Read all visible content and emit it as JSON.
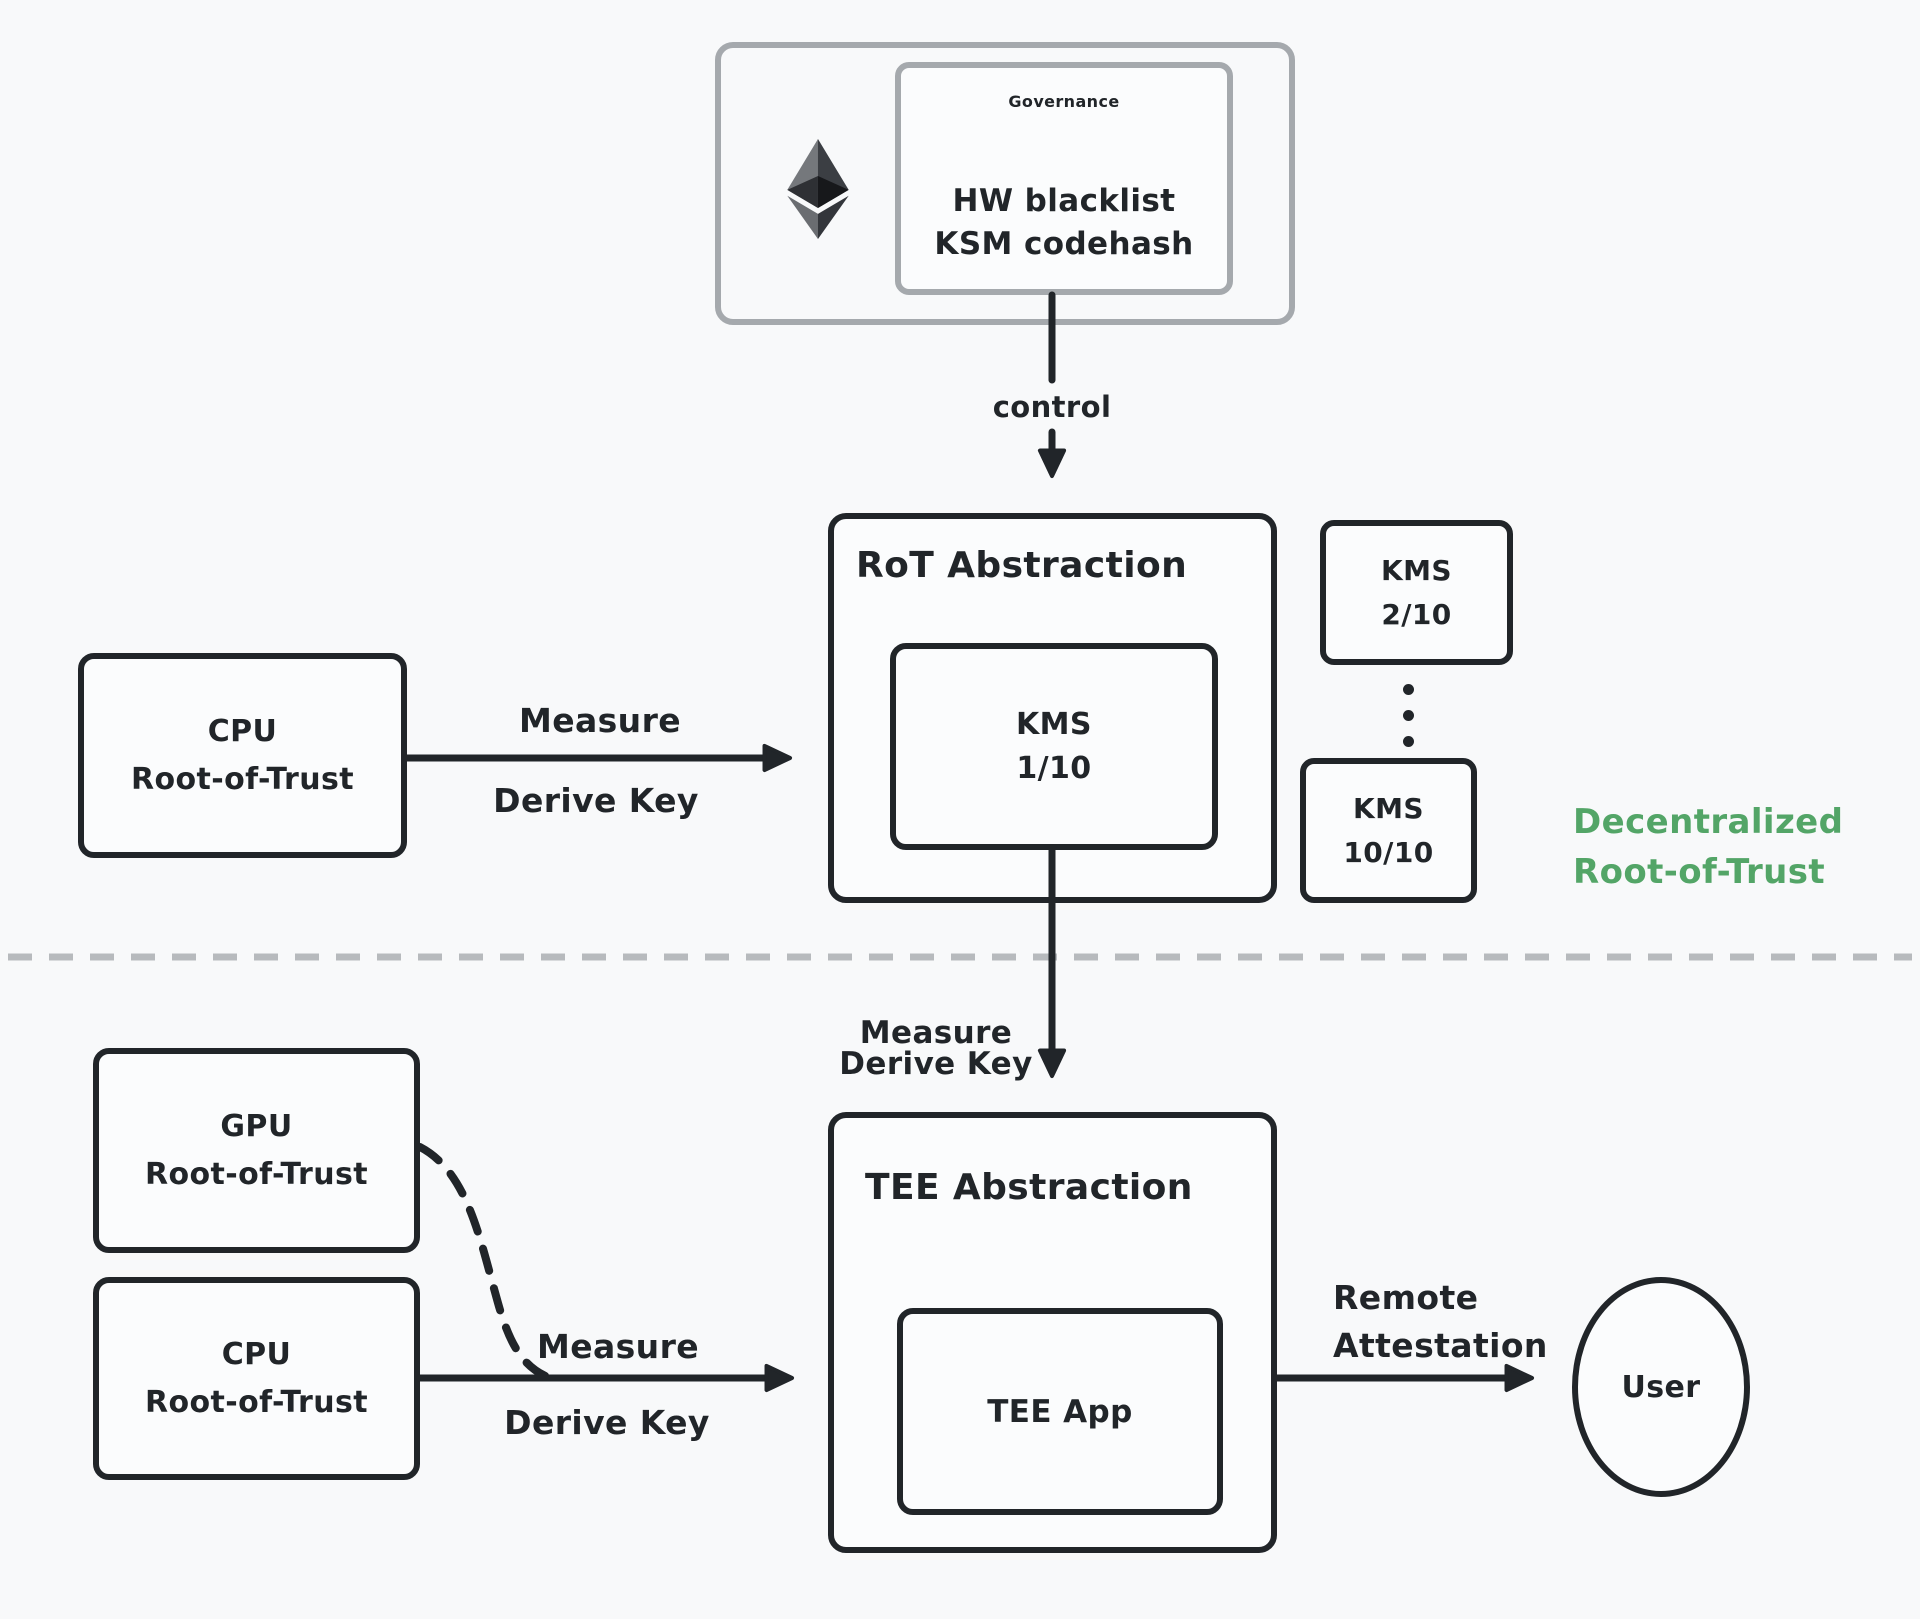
{
  "diagram": {
    "governance": {
      "title": "Governance",
      "items": [
        "HW blacklist",
        "KSM codehash"
      ],
      "icon": "ethereum-icon"
    },
    "control_label": "control",
    "rot": {
      "title": "RoT Abstraction",
      "kms_primary": {
        "line1": "KMS",
        "line2": "1/10"
      }
    },
    "kms_nodes": [
      {
        "line1": "KMS",
        "line2": "2/10"
      },
      {
        "line1": "KMS",
        "line2": "10/10"
      }
    ],
    "decentralized_label": {
      "line1": "Decentralized",
      "line2": "Root-of-Trust"
    },
    "cpu_rot_top": {
      "line1": "CPU",
      "line2": "Root-of-Trust"
    },
    "gpu_rot": {
      "line1": "GPU",
      "line2": "Root-of-Trust"
    },
    "cpu_rot_bottom": {
      "line1": "CPU",
      "line2": "Root-of-Trust"
    },
    "tee": {
      "title": "TEE Abstraction",
      "app": "TEE App"
    },
    "user": "User",
    "edge_labels": {
      "measure_top": "Measure",
      "derive_key_top": "Derive Key",
      "measure_mid": "Measure",
      "derive_key_mid": "Derive Key",
      "measure_bottom": "Measure",
      "derive_key_bottom": "Derive Key",
      "remote_line1": "Remote",
      "remote_line2": "Attestation"
    }
  },
  "colors": {
    "background": "#f8f9fa",
    "stroke_dark": "#212529",
    "stroke_gray": "#a5a9ad",
    "divider": "#b7babd",
    "accent_green": "#53a567"
  }
}
